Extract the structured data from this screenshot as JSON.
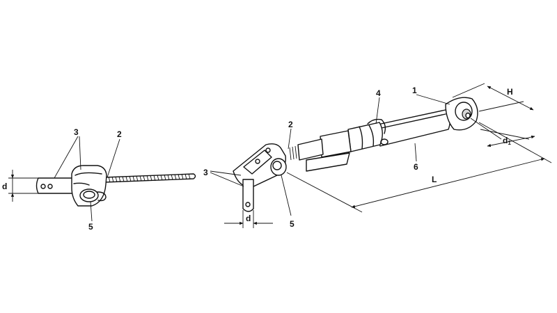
{
  "labels": {
    "left": {
      "part3": "3",
      "part2": "2",
      "part5": "5",
      "dim_d": "d"
    },
    "right": {
      "part1": "1",
      "part4": "4",
      "part2": "2",
      "part3": "3",
      "part5": "5",
      "part6": "6",
      "dim_d": "d",
      "dim_L": "L",
      "dim_H": "H",
      "dim_d1": "d",
      "dim_d1_sub": "1"
    }
  }
}
